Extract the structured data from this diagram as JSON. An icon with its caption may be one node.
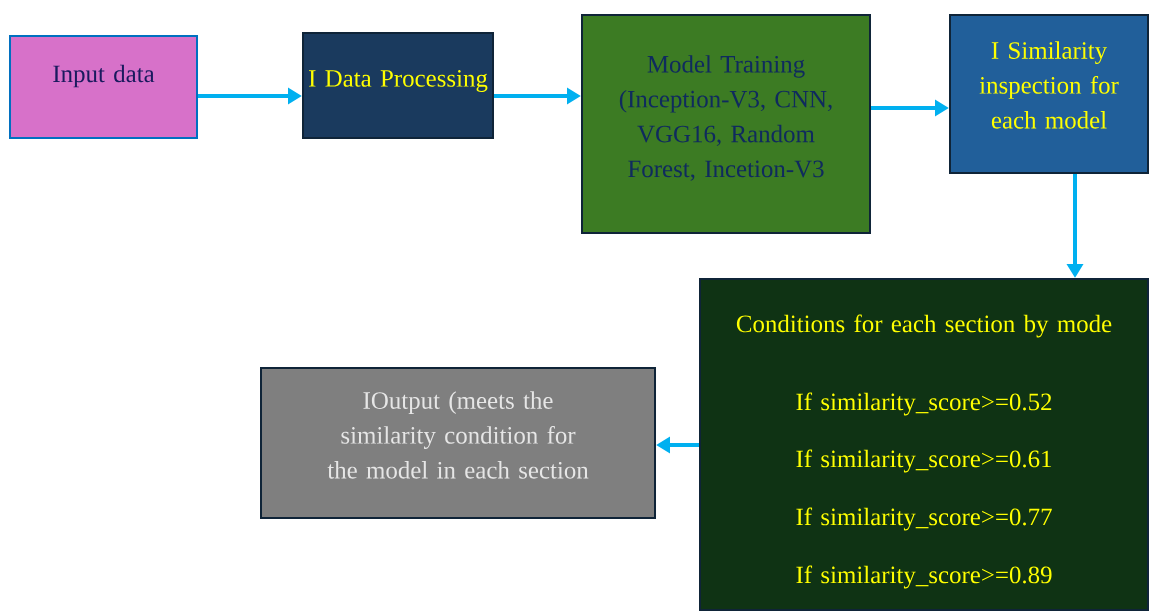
{
  "diagram": {
    "nodes": [
      {
        "text": [
          "Input data"
        ]
      },
      {
        "text": [
          "I Data Processing"
        ]
      },
      {
        "text": [
          "Model Training (Inception-V3, CNN, VGG16, Random Forest, Incetion-V3"
        ]
      },
      {
        "text": [
          "I Similarity inspection for each model"
        ]
      },
      {
        "text": [
          "Conditions for each section by mode",
          "If similarity_score>=0.52",
          "If similarity_score>=0.61",
          "If similarity_score>=0.77",
          "If similarity_score>=0.89"
        ]
      },
      {
        "text": [
          "IOutput (meets the similarity condition for the model in each section"
        ]
      }
    ],
    "edges": [
      {
        "from": 0,
        "to": 1,
        "arrow": "to"
      },
      {
        "from": 1,
        "to": 2,
        "arrow": "to"
      },
      {
        "from": 2,
        "to": 3,
        "arrow": "to"
      },
      {
        "from": 3,
        "to": 4,
        "arrow": "to"
      },
      {
        "from": 4,
        "to": 5,
        "arrow": "to"
      }
    ]
  }
}
